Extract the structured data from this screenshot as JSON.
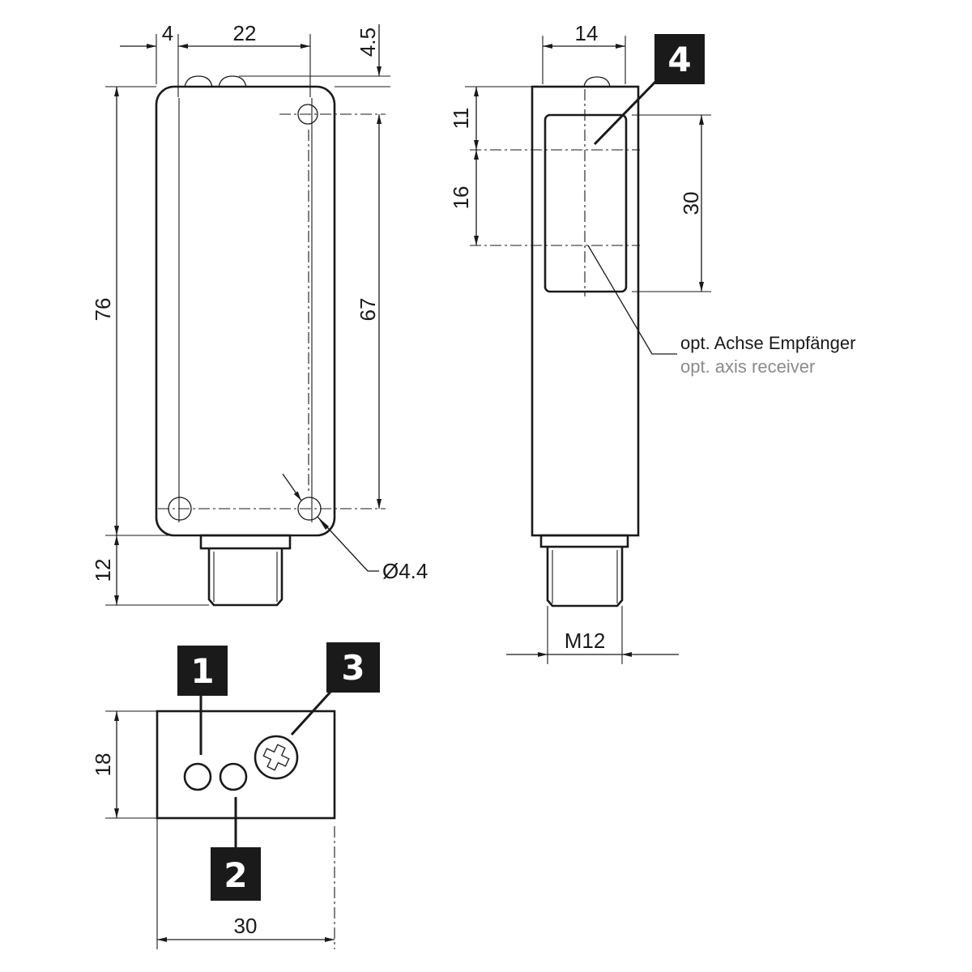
{
  "dimensions": {
    "front_left_offset": "4",
    "front_width": "22",
    "front_top_offset": "4.5",
    "front_height": "76",
    "hole_spacing": "67",
    "connector_length": "12",
    "hole_diameter": "Ø4.4",
    "side_width": "14",
    "side_upper": "11",
    "side_lens_offset": "16",
    "side_window": "30",
    "thread": "M12",
    "bottom_height": "18",
    "bottom_width": "30"
  },
  "notes": {
    "axis_de": "opt. Achse Empfänger",
    "axis_en": "opt. axis receiver"
  },
  "callouts": [
    "1",
    "2",
    "3",
    "4"
  ],
  "colors": {
    "line": "#1a1a1a",
    "badge_fill": "#1a1a1a",
    "badge_text": "#ffffff",
    "secondary_text": "#8a8a8a"
  }
}
